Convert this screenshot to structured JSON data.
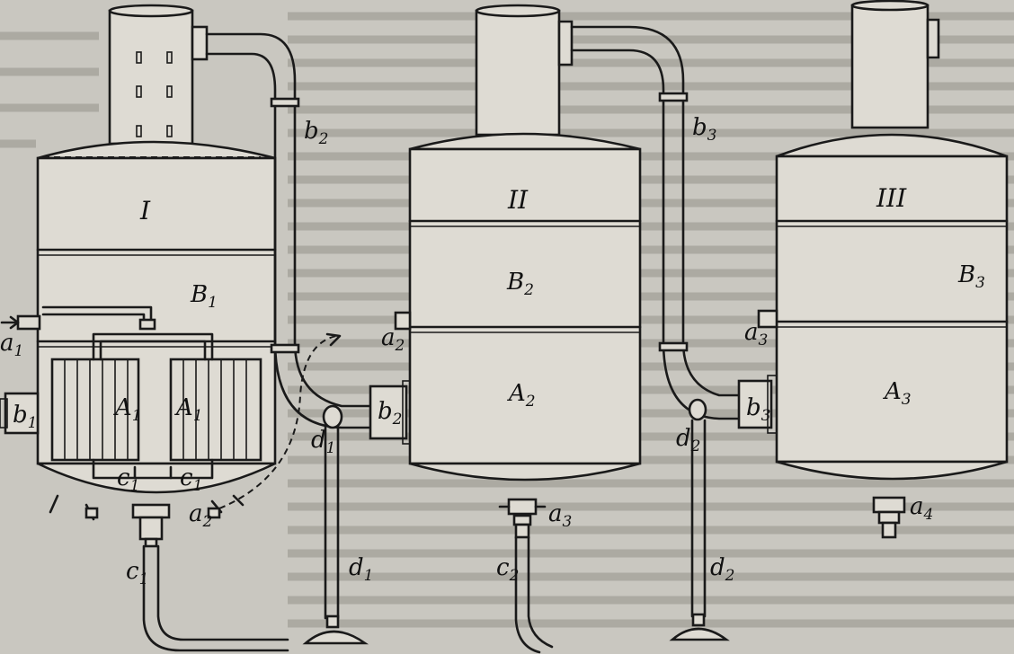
{
  "figure": {
    "vessels": [
      {
        "numeral": "I",
        "head": "B",
        "head_sub": "1",
        "inlet": "a",
        "inlet_sub": "1",
        "tubes": "A",
        "tubes_sub": "1",
        "steam": "b",
        "steam_sub": "1"
      },
      {
        "numeral": "II",
        "head": "B",
        "head_sub": "2",
        "inlet": "a",
        "inlet_sub": "2",
        "tubes": "A",
        "tubes_sub": "2",
        "steam": "b",
        "steam_sub": "2"
      },
      {
        "numeral": "III",
        "head": "B",
        "head_sub": "3",
        "inlet": "a",
        "inlet_sub": "3",
        "tubes": "A",
        "tubes_sub": "3",
        "steam": "b",
        "steam_sub": "3"
      }
    ],
    "pipes": {
      "b2": {
        "t": "b",
        "s": "2"
      },
      "b3": {
        "t": "b",
        "s": "3"
      },
      "d1a": {
        "t": "d",
        "s": "1"
      },
      "d1b": {
        "t": "d",
        "s": "1"
      },
      "d2a": {
        "t": "d",
        "s": "2"
      },
      "d2b": {
        "t": "d",
        "s": "2"
      },
      "c1": {
        "t": "c",
        "s": "1"
      },
      "c2": {
        "t": "c",
        "s": "2"
      },
      "c1l": {
        "t": "c",
        "s": "1"
      },
      "c1r": {
        "t": "c",
        "s": "1"
      },
      "a2b": {
        "t": "a",
        "s": "2"
      },
      "a3b": {
        "t": "a",
        "s": "3"
      },
      "a4": {
        "t": "a",
        "s": "4"
      },
      "A1b": {
        "t": "A",
        "s": "1"
      }
    }
  }
}
